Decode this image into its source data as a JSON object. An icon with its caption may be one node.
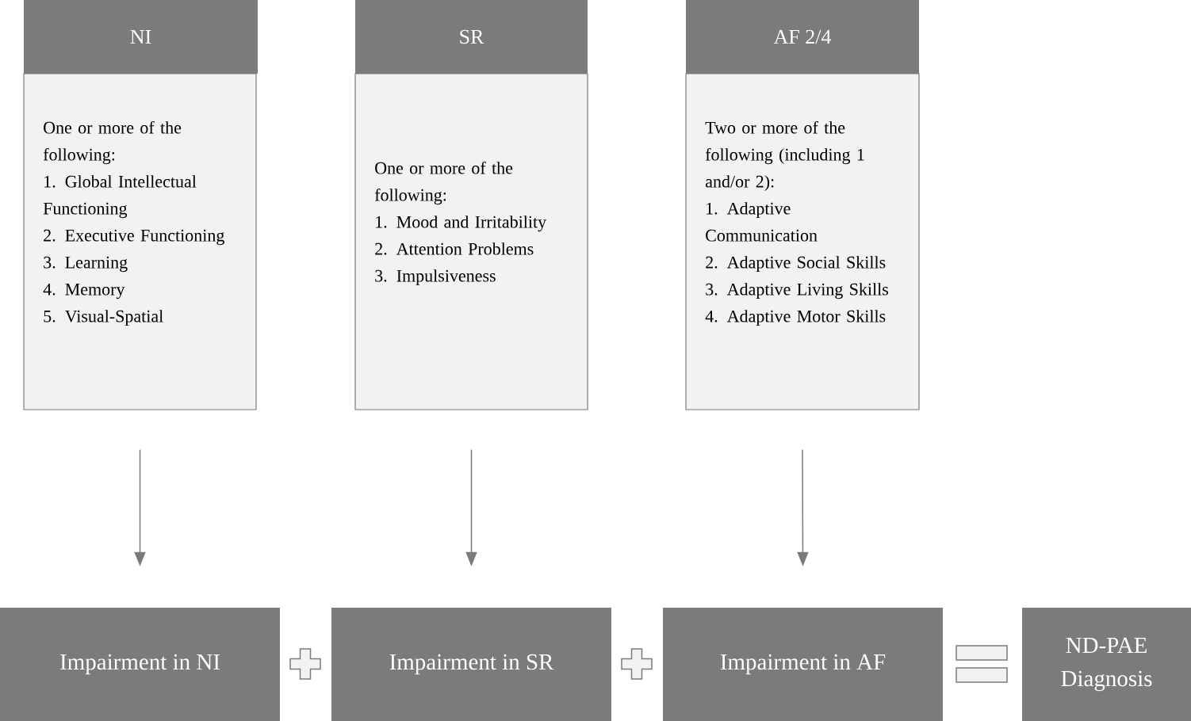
{
  "diagram": {
    "nodes": [
      {
        "text": [
          "NI"
        ]
      },
      {
        "text": [
          "One or more of the following:",
          "1. Global Intellectual Functioning",
          "2. Executive Functioning",
          "3. Learning",
          "4. Memory",
          "5. Visual-Spatial"
        ]
      },
      {
        "text": [
          "SR"
        ]
      },
      {
        "text": [
          "One or more of the following:",
          "1. Mood and Irritability",
          "2. Attention Problems",
          "3. Impulsiveness"
        ]
      },
      {
        "text": [
          "AF 2/4"
        ]
      },
      {
        "text": [
          "Two or more of the following (including 1 and/or 2):",
          "1. Adaptive Communication",
          "2. Adaptive Social Skills",
          "3. Adaptive Living Skills",
          "4. Adaptive Motor Skills"
        ]
      },
      {
        "text": [
          "Impairment in NI"
        ]
      },
      {
        "text": [
          "Impairment in SR"
        ]
      },
      {
        "text": [
          "Impairment in AF"
        ]
      },
      {
        "text": [
          "ND-PAE Diagnosis"
        ]
      }
    ],
    "edges": [
      {
        "from": 1,
        "to": 6,
        "arrow": "to"
      },
      {
        "from": 3,
        "to": 7,
        "arrow": "to"
      },
      {
        "from": 5,
        "to": 8,
        "arrow": "to"
      }
    ]
  }
}
